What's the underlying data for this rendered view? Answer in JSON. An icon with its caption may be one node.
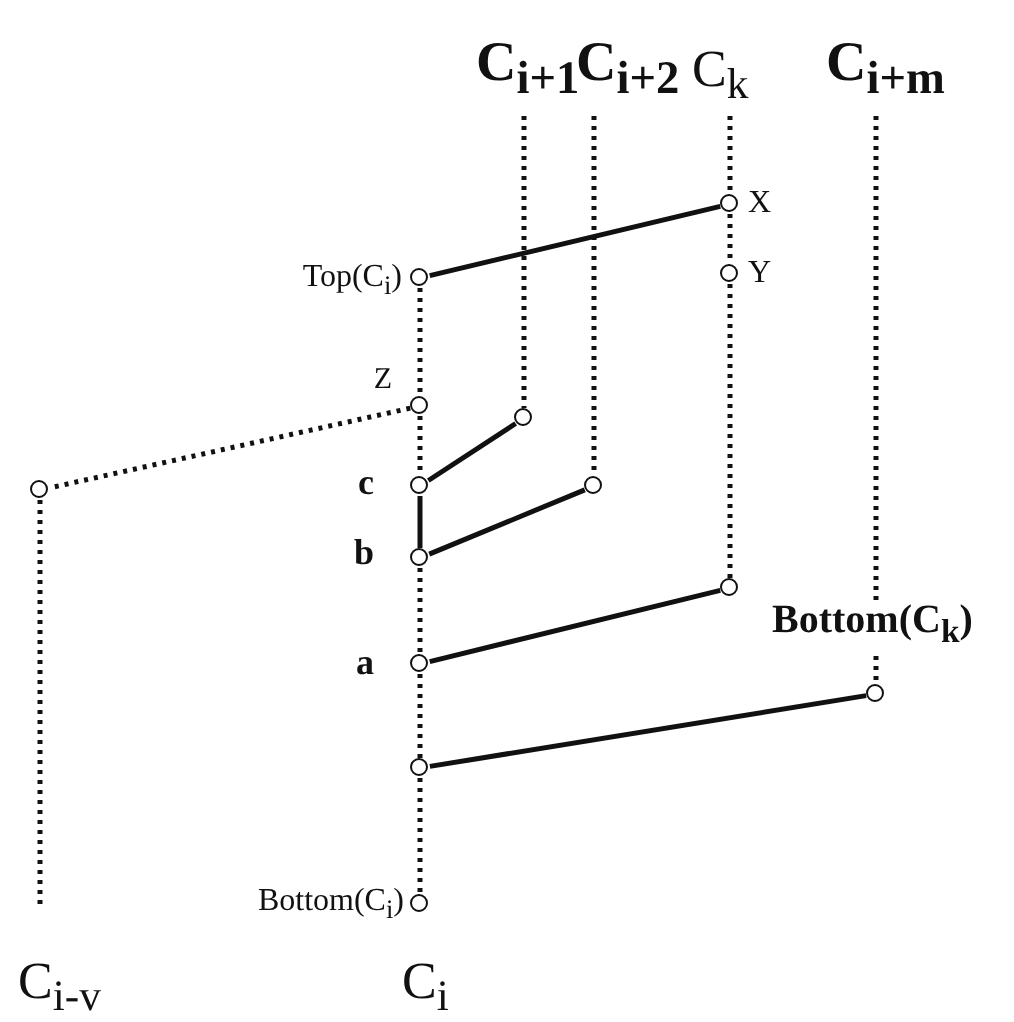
{
  "diagram": {
    "nodes": [
      {
        "text": [],
        "shape": "circle",
        "beside": [
          "X"
        ]
      },
      {
        "text": [],
        "shape": "circle",
        "beside": [
          "Y"
        ]
      },
      {
        "text": [],
        "shape": "circle",
        "beside": [
          "Top(C$_{i}$)"
        ]
      },
      {
        "text": [],
        "shape": "circle",
        "beside": [
          "Z"
        ]
      },
      {
        "text": [],
        "shape": "circle"
      },
      {
        "text": [],
        "shape": "circle"
      },
      {
        "text": [],
        "shape": "circle",
        "beside": [
          "c"
        ]
      },
      {
        "text": [],
        "shape": "circle"
      },
      {
        "text": [],
        "shape": "circle",
        "beside": [
          "b"
        ]
      },
      {
        "text": [],
        "shape": "circle",
        "beside": [
          "Bottom(C$_{k}$)"
        ]
      },
      {
        "text": [],
        "shape": "circle",
        "beside": [
          "a"
        ]
      },
      {
        "text": [],
        "shape": "circle"
      },
      {
        "text": [],
        "shape": "circle"
      },
      {
        "text": [],
        "shape": "circle",
        "beside": [
          "Bottom(C$_{i}$)"
        ]
      }
    ],
    "edges": [
      {
        "from": 2,
        "to": 0,
        "arrow": "none"
      },
      {
        "from": 6,
        "to": 4,
        "arrow": "none"
      },
      {
        "from": 8,
        "to": 7,
        "arrow": "none"
      },
      {
        "from": 10,
        "to": 9,
        "arrow": "none"
      },
      {
        "from": 12,
        "to": 11,
        "arrow": "none"
      },
      {
        "from": 6,
        "to": 8,
        "arrow": "none"
      },
      {
        "from": 3,
        "to": 5,
        "arrow": "none",
        "style": "dashed"
      },
      {
        "from": 2,
        "to": 3,
        "arrow": "none",
        "style": "dashed"
      },
      {
        "from": 3,
        "to": 6,
        "arrow": "none",
        "style": "dashed"
      },
      {
        "from": 8,
        "to": 10,
        "arrow": "none",
        "style": "dashed"
      },
      {
        "from": 10,
        "to": 12,
        "arrow": "none",
        "style": "dashed"
      },
      {
        "from": 12,
        "to": 13,
        "arrow": "none",
        "style": "dashed"
      },
      {
        "from": null,
        "to": 0,
        "arrow": "none",
        "style": "dashed"
      },
      {
        "from": 0,
        "to": 1,
        "arrow": "none",
        "style": "dashed"
      },
      {
        "from": 1,
        "to": 9,
        "arrow": "none",
        "style": "dashed"
      },
      {
        "from": null,
        "to": 4,
        "arrow": "none",
        "style": "dashed"
      },
      {
        "from": null,
        "to": 7,
        "arrow": "none",
        "style": "dashed"
      },
      {
        "from": null,
        "to": 11,
        "arrow": "none",
        "style": "dashed"
      },
      {
        "from": 5,
        "to": null,
        "arrow": "none",
        "style": "dashed"
      }
    ],
    "labels": [
      "C$_{i+1}$",
      "C$_{i+2}$",
      "C$_{k}$",
      "C$_{i+m}$",
      "C$_{i-v}$",
      "C$_{i}$"
    ]
  }
}
